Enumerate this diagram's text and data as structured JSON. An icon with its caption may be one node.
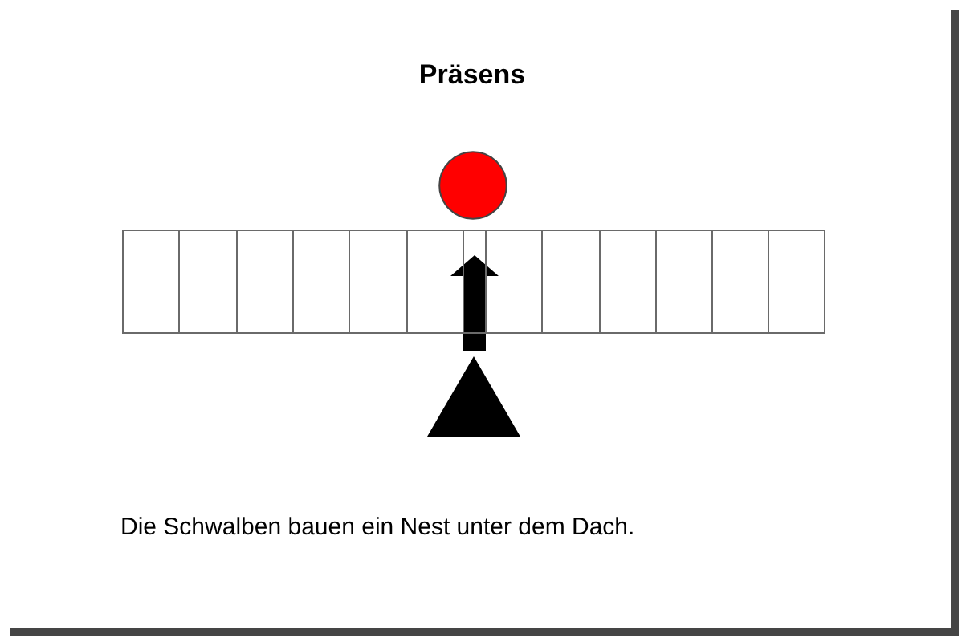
{
  "diagram": {
    "title": "Präsens",
    "nodes": [
      {
        "text": [],
        "shape": "circle"
      },
      {
        "text": [],
        "shape": "box"
      },
      {
        "text": [],
        "shape": "box"
      },
      {
        "text": [],
        "shape": "box"
      },
      {
        "text": [],
        "shape": "box"
      },
      {
        "text": [],
        "shape": "box"
      },
      {
        "text": [],
        "shape": "box"
      },
      {
        "text": [],
        "shape": "box"
      },
      {
        "text": [],
        "shape": "box"
      },
      {
        "text": [],
        "shape": "box"
      },
      {
        "text": [],
        "shape": "box"
      },
      {
        "text": [],
        "shape": "box"
      },
      {
        "text": [],
        "shape": "box"
      },
      {
        "text": [],
        "shape": "box"
      },
      {
        "text": [],
        "shape": "triangle"
      }
    ],
    "edges": [
      {
        "from": 14,
        "to": 7,
        "arrow": "to"
      }
    ],
    "caption": "Die Schwalben bauen ein Nest unter dem Dach."
  }
}
